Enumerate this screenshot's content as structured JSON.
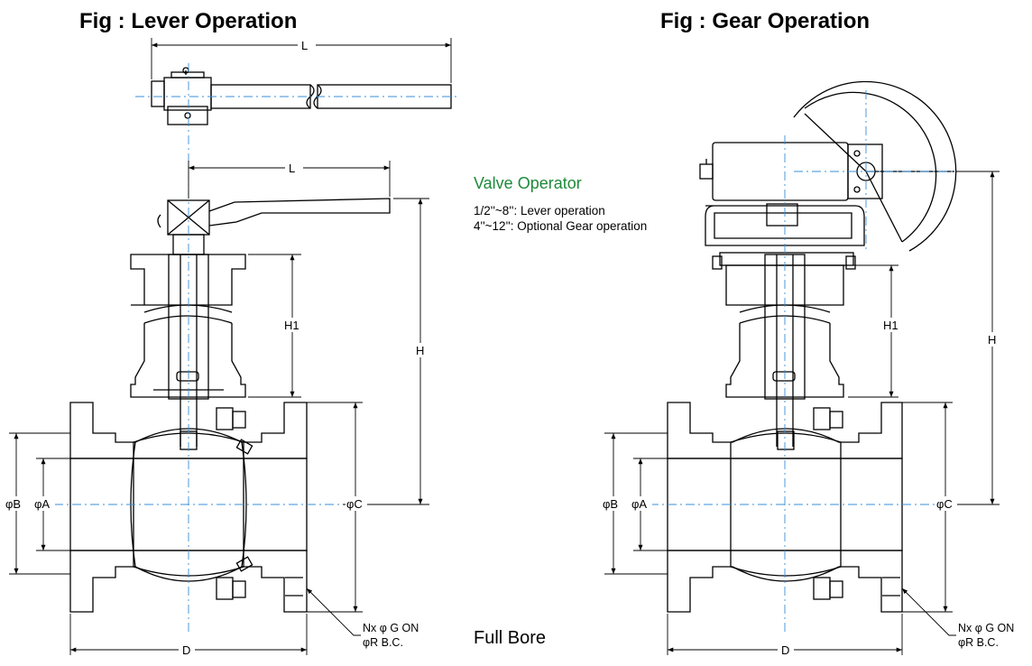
{
  "titles": {
    "lever": "Fig : Lever Operation",
    "gear": "Fig : Gear Operation"
  },
  "operator": {
    "heading": "Valve Operator",
    "lines": [
      "1/2''~8'': Lever operation",
      "4''~12'': Optional Gear operation"
    ]
  },
  "bore_label": "Full Bore",
  "dimensions": {
    "L": "L",
    "H": "H",
    "H1": "H1",
    "D": "D",
    "B": "φB",
    "A": "φA",
    "C": "φC",
    "flange_note_1": "Nx φ G ON",
    "flange_note_2": "φR B.C."
  },
  "colors": {
    "heading_accent": "#1e8a3a",
    "centerline": "#3a8fd8",
    "line": "#000000"
  }
}
